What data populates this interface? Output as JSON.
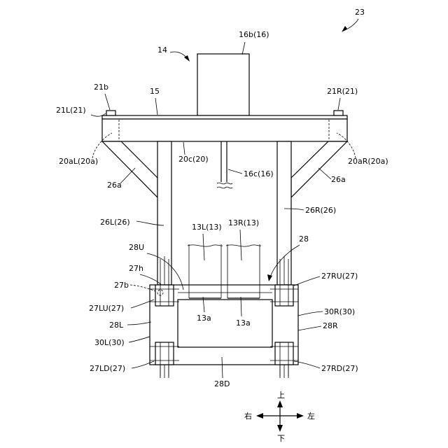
{
  "figure_ref": "23",
  "labels": {
    "l14": "14",
    "l16b": "16b(16)",
    "l21b": "21b",
    "l15": "15",
    "l21R": "21R(21)",
    "l21L": "21L(21)",
    "l20aL": "20aL(20a)",
    "l20aR": "20aR(20a)",
    "l20c": "20c(20)",
    "l16c": "16c(16)",
    "l26aL": "26a",
    "l26aR": "26a",
    "l26L": "26L(26)",
    "l26R": "26R(26)",
    "l13L": "13L(13)",
    "l13R": "13R(13)",
    "l28": "28",
    "l28U": "28U",
    "l27h": "27h",
    "l27b": "27b",
    "l27RU": "27RU(27)",
    "l27LU": "27LU(27)",
    "l13aL": "13a",
    "l13aR": "13a",
    "l30R": "30R(30)",
    "l28R": "28R",
    "l28L": "28L",
    "l30L": "30L(30)",
    "l27LD": "27LD(27)",
    "l27RD": "27RD(27)",
    "l28D": "28D"
  },
  "compass": {
    "up": "上",
    "down": "下",
    "right": "右",
    "left": "左"
  }
}
